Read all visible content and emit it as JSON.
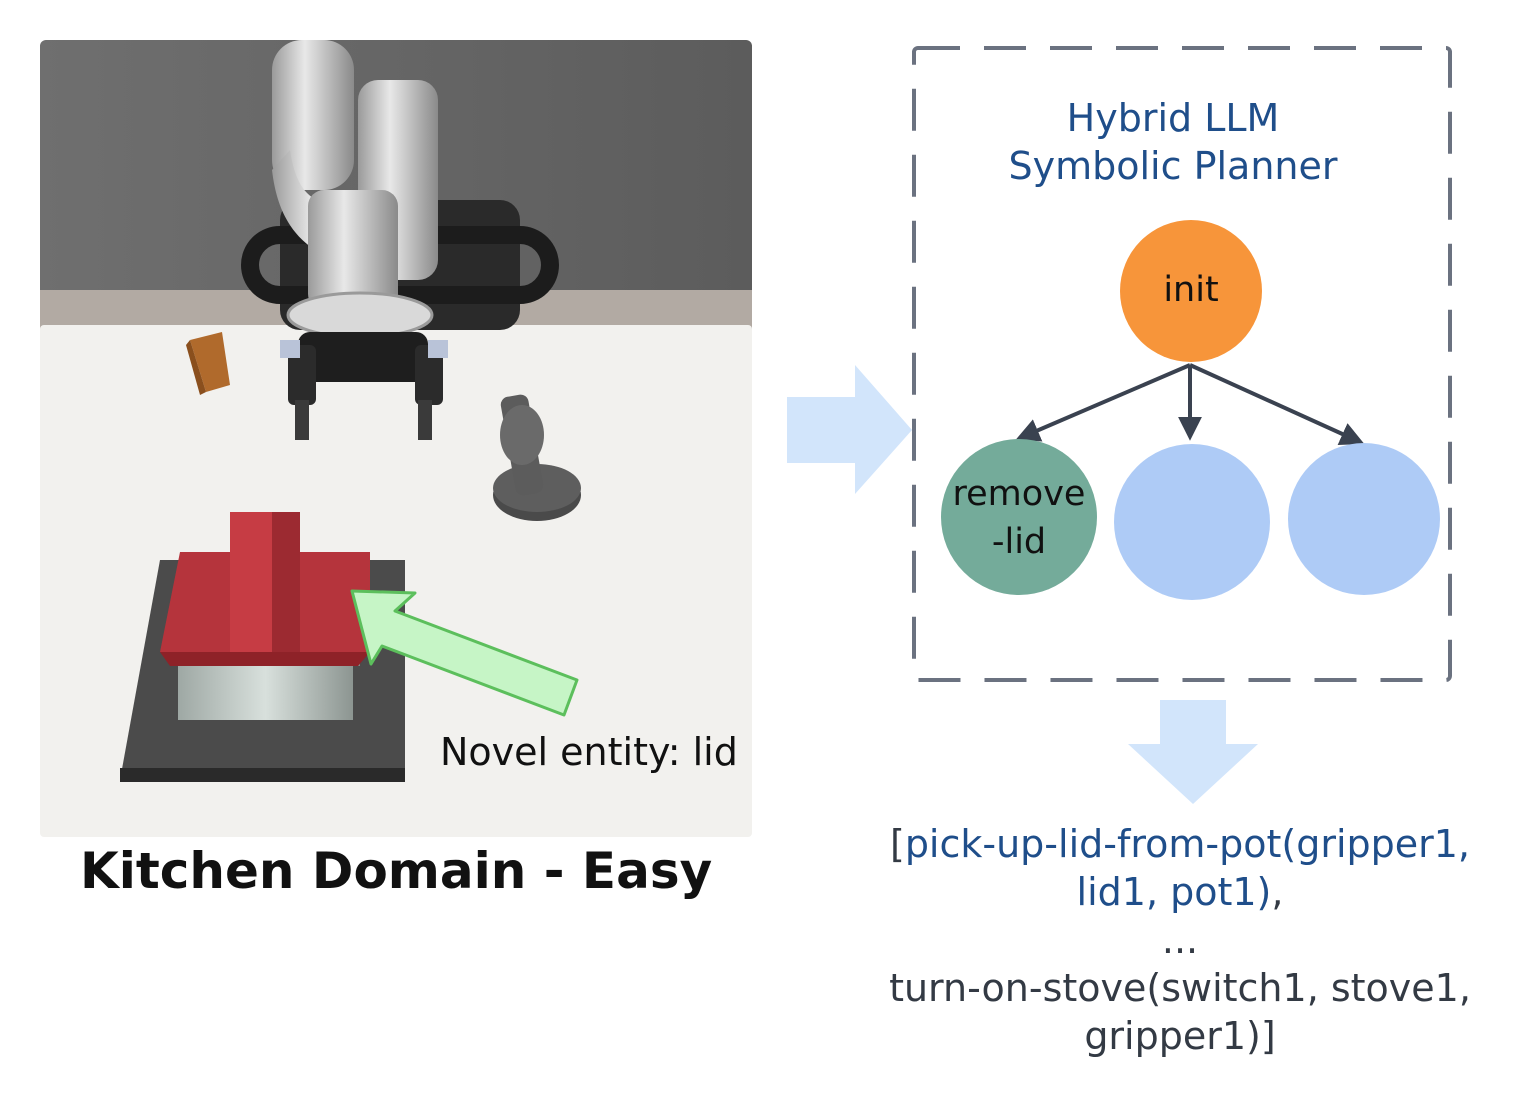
{
  "scene": {
    "caption": "Kitchen Domain - Easy",
    "entity_label": "Novel entity: lid"
  },
  "planner": {
    "title_line1": "Hybrid LLM",
    "title_line2": "Symbolic Planner",
    "nodes": {
      "root": "init",
      "child1_line1": "remove",
      "child1_line2": "-lid"
    }
  },
  "plan": {
    "bracket_open": "[",
    "step1_a": "pick-up-lid-from-pot(gripper1,",
    "step1_b": "lid1, pot1)",
    "step1_comma": ",",
    "ellipsis": "...",
    "step_last_a": "turn-on-stove(switch1, stove1,",
    "step_last_b": "gripper1)]"
  },
  "colors": {
    "root_node": "#f7953a",
    "selected_node": "#74ab9a",
    "pending_node": "#aecbf6",
    "flow_arrow": "#d2e5fb",
    "annotation_arrow": "#c6f5c6",
    "box_border": "#6b7280",
    "planner_text": "#1f4e8a"
  }
}
